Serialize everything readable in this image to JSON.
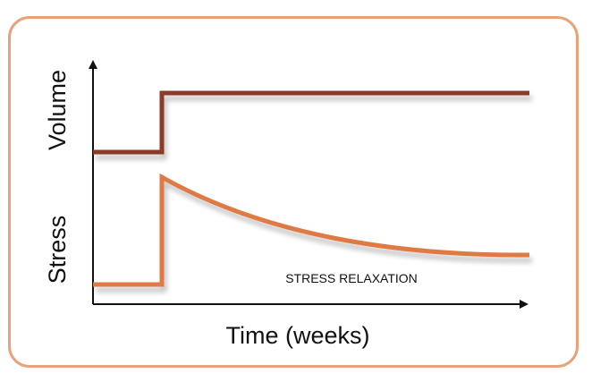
{
  "labels": {
    "volume": "Volume",
    "stress": "Stress",
    "time": "Time (weeks)",
    "annotation": "STRESS RELAXATION"
  },
  "colors": {
    "frame": "#e8a27a",
    "volume_line": "#8b3a2c",
    "stress_line": "#e07a45",
    "axis": "#111111"
  }
}
